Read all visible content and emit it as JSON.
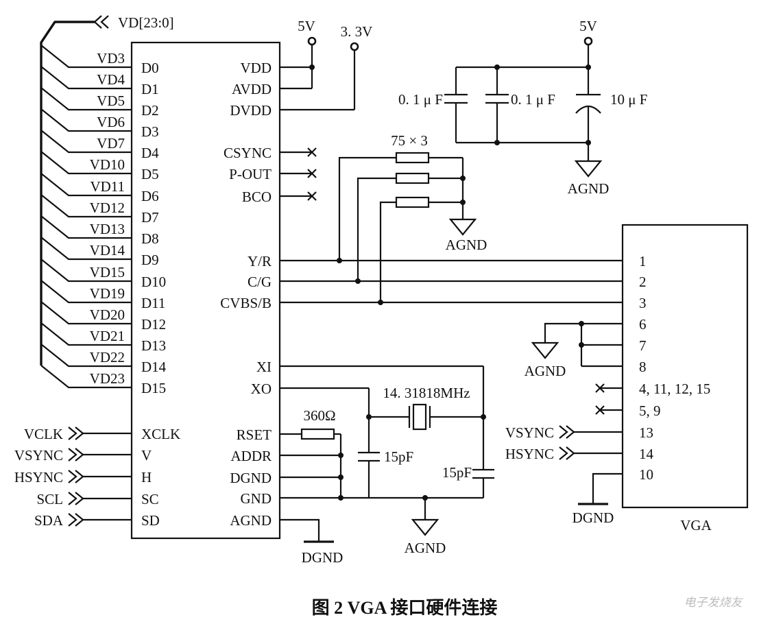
{
  "bus": {
    "label": "VD[23:0]"
  },
  "vd_lines": [
    "VD3",
    "VD4",
    "VD5",
    "VD6",
    "VD7",
    "VD10",
    "VD11",
    "VD12",
    "VD13",
    "VD14",
    "VD15",
    "VD19",
    "VD20",
    "VD21",
    "VD22",
    "VD23"
  ],
  "chip": {
    "left_pins": [
      "D0",
      "D1",
      "D2",
      "D3",
      "D4",
      "D5",
      "D6",
      "D7",
      "D8",
      "D9",
      "D10",
      "D11",
      "D12",
      "D13",
      "D14",
      "D15",
      "XCLK",
      "V",
      "H",
      "SC",
      "SD"
    ],
    "right_pins": [
      "VDD",
      "AVDD",
      "DVDD",
      "CSYNC",
      "P-OUT",
      "BCO",
      "Y/R",
      "C/G",
      "CVBS/B",
      "XI",
      "XO",
      "RSET",
      "ADDR",
      "DGND",
      "GND",
      "AGND"
    ]
  },
  "left_inputs": [
    "VCLK",
    "VSYNC",
    "HSYNC",
    "SCL",
    "SDA"
  ],
  "power": {
    "chip_5v": "5V",
    "chip_3v3": "3. 3V",
    "caps_5v": "5V"
  },
  "decoupling": {
    "c1": "0. 1 μ F",
    "c2": "0. 1 μ F",
    "c3": "10 μ F",
    "ground": "AGND"
  },
  "output_resistors": {
    "label": "75 × 3",
    "ground": "AGND"
  },
  "crystal": {
    "frequency": "14. 31818MHz",
    "cap_left": "15pF",
    "cap_right": "15pF",
    "ground": "AGND"
  },
  "rset": {
    "label": "360Ω"
  },
  "chip_agnd_ground": "DGND",
  "vga": {
    "title": "VGA",
    "pins": [
      "1",
      "2",
      "3",
      "6",
      "7",
      "8",
      "4, 11, 12, 15",
      "5, 9",
      "13",
      "14",
      "10"
    ],
    "inputs": [
      "VSYNC",
      "HSYNC"
    ],
    "ground_678": "AGND",
    "ground_10": "DGND"
  },
  "caption": "图 2   VGA 接口硬件连接",
  "watermark": "电子发烧友"
}
